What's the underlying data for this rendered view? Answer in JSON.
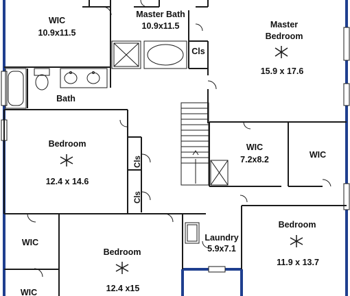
{
  "colors": {
    "exterior_wall": "#1f3f8f",
    "interior_wall": "#1a1a1a",
    "background": "#ffffff"
  },
  "rooms": {
    "wic_nw": {
      "name": "WIC",
      "size": "10.9x11.5"
    },
    "master_bath": {
      "name": "Master Bath",
      "size": "10.9x11.5"
    },
    "closet_master": {
      "name": "Cls"
    },
    "master_bedroom": {
      "name_line1": "Master",
      "name_line2": "Bedroom",
      "size": "15.9 x 17.6"
    },
    "bath": {
      "name": "Bath"
    },
    "bedroom_west": {
      "name": "Bedroom",
      "size": "12.4 x 14.6"
    },
    "closet_upper": {
      "name": "Cls"
    },
    "closet_lower": {
      "name": "Cls"
    },
    "wic_center": {
      "name": "WIC",
      "size": "7.2x8.2"
    },
    "wic_east": {
      "name": "WIC"
    },
    "wic_sw_upper": {
      "name": "WIC"
    },
    "wic_sw_lower": {
      "name": "WIC"
    },
    "bedroom_south": {
      "name": "Bedroom",
      "size": "12.4 x15"
    },
    "laundry": {
      "name": "Laundry",
      "size": "5.9x7.1"
    },
    "bedroom_se": {
      "name": "Bedroom",
      "size": "11.9 x 13.7"
    }
  },
  "icons": [
    "ceiling-fan-icon",
    "stair-arrow-icon",
    "tub-icon",
    "toilet-icon",
    "sink-icon",
    "shower-icon",
    "washer-icon"
  ]
}
